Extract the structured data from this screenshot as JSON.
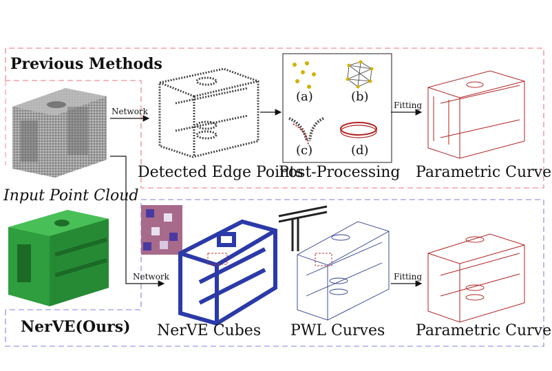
{
  "previous_section": {
    "title": "Previous Methods"
  },
  "ours_section": {
    "title": "NerVE(Ours)"
  },
  "input": {
    "label": "Input Point Cloud"
  },
  "arrows": {
    "network_top": "Network",
    "network_bottom": "Network",
    "fitting_top": "Fitting",
    "fitting_bottom": "Fitting"
  },
  "stages_top": {
    "detected": "Detected Edge Points",
    "post": "Post-Processing",
    "parametric": "Parametric Curve"
  },
  "post_processing_options": [
    "(a)",
    "(b)",
    "(c)",
    "(d)"
  ],
  "stages_bottom": {
    "cubes": "NerVE Cubes",
    "pwl": "PWL Curves",
    "parametric": "Parametric Curve"
  },
  "colors": {
    "previous_border": "#f2a0a8",
    "ours_border": "#a8a8ec",
    "curve_red": "#b22222",
    "cube_blue": "#2b3aa8",
    "mesh_green": "#2e9e3e",
    "dots_gold": "#d4b000"
  }
}
